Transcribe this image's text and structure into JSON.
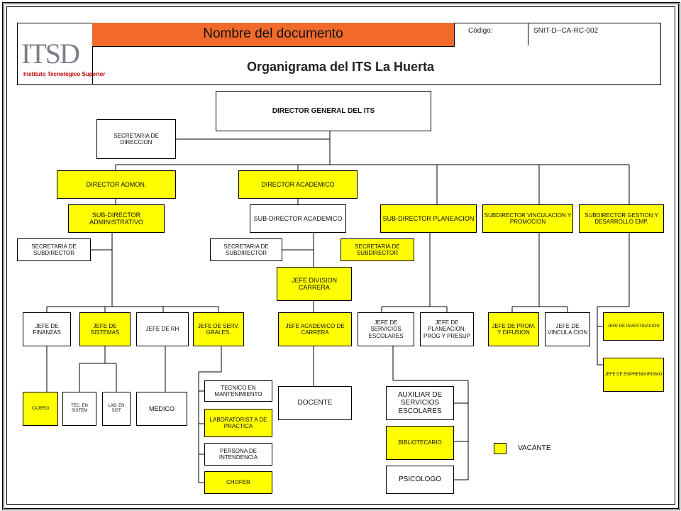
{
  "header": {
    "logo_text": "ITSD",
    "logo_subtitle": "Instituto Tecnológico Superior",
    "document_name": "Nombre del documento",
    "code_label": "Código:",
    "code_value": "SNIT-D--CA-RC-002",
    "title": "Organigrama del ITS La Huerta"
  },
  "colors": {
    "vacant": "#ffff00",
    "header_orange": "#f26a2b"
  },
  "nodes": {
    "director_general": "DIRECTOR GENERAL DEL ITS",
    "secretaria_direccion": "SECRETARIA DE DIRECCION",
    "director_admon": "DIRECTOR ADMON.",
    "director_academico": "DIRECTOR ACADEMICO",
    "subdir_administrativo": "SUB-DIRECTOR ADMINISTRATIVO",
    "subdir_academico": "SUB-DIRECTOR ACADEMICO",
    "subdir_planeacion": "SUB-DIRECTOR PLANEACION",
    "subdir_vinculacion": "SUBDIRECTOR VINCULACION Y PROMOCION",
    "subdir_gestion": "SUBDIRECTOR GESTION Y DESARROLLO EMP.",
    "secretaria_sub_1": "SECRETARIA DE SUBDIRECTOR",
    "secretaria_sub_2": "SECRETARIA DE SUBDIRECTOR",
    "secretaria_sub_3": "SECRETARIA DE SUBDIRECTOR",
    "jefe_division": "JEFE DIVISION CARRERA",
    "jefe_finanzas": "JEFE DE FINANZAS",
    "jefe_sistemas": "JEFE DE SISTEMAS",
    "jefe_rh": "JEFE DE RH",
    "jefe_serv_grales": "JEFE DE SERV. GRALES.",
    "jefe_academico": "JEFE ACADEMICO DE CARRERA",
    "jefe_serv_escolares": "JEFE DE SERVICIOS ESCOLARES",
    "jefe_planeacion": "JEFE DE PLANEACION, PROG Y PRESUP",
    "jefe_prom_difusion": "JEFE DE PROM. Y DIFUSION",
    "jefe_vinculacion": "JEFE DE VINCULA CION",
    "jefe_investigacion": "JEFE DE INVESTIGACION",
    "jefe_emprendurismo": "JEFE DE EMPRENDURISMO",
    "cajero": "CAJERO",
    "tec_sistemas": "TEC. EN SISTEM",
    "lab_sistemas": "LAB. EN SIST",
    "medico": "MEDICO",
    "tecnico_mantenimiento": "TECNICO EN MANTENIMIENTO",
    "laboratorista": "LABORATORIST A DE PRACTICA",
    "persona_intendencia": "PERSONA DE INTENDENCIA",
    "chofer": "CHOFER",
    "docente": "DOCENTE",
    "auxiliar_escolares": "AUXILIAR DE SERVICIOS ESCOLARES",
    "bibliotecario": "BIBLIOTECARIO",
    "psicologo": "PSICOLOGO"
  },
  "legend": {
    "vacant_label": "VACANTE"
  }
}
